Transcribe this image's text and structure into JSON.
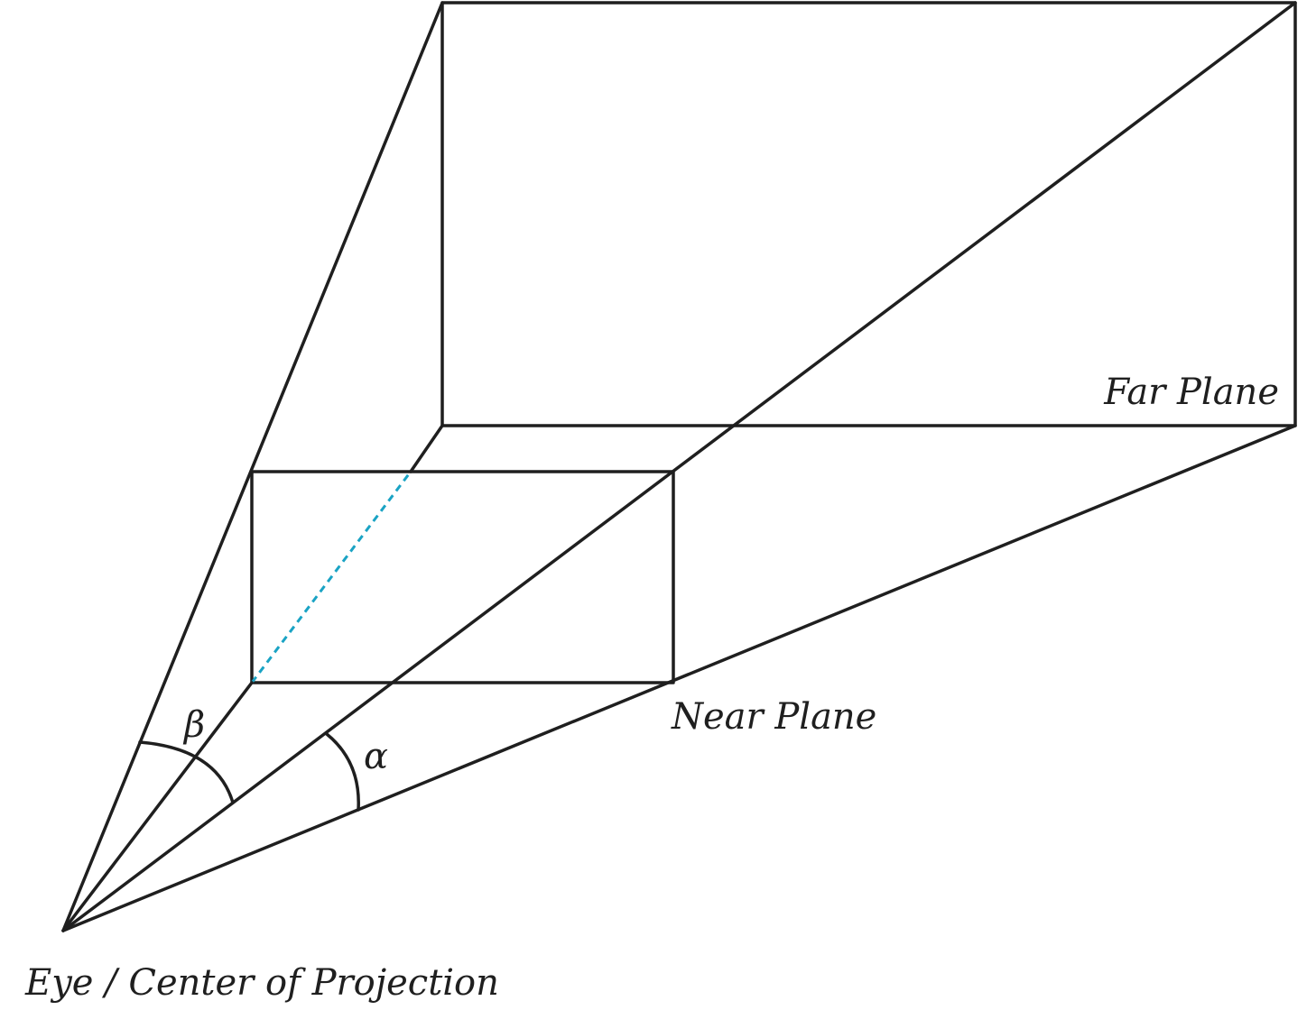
{
  "labels": {
    "far_plane": "Far Plane",
    "near_plane": "Near Plane",
    "eye": "Eye / Center of Projection",
    "alpha": "α",
    "beta": "β"
  },
  "colors": {
    "outline": "#1f1f1f",
    "plane_gradient_light": "#fdfdfd",
    "plane_gradient_dark": "#d3d3d3",
    "hidden_edge": "#1aa3c4"
  }
}
